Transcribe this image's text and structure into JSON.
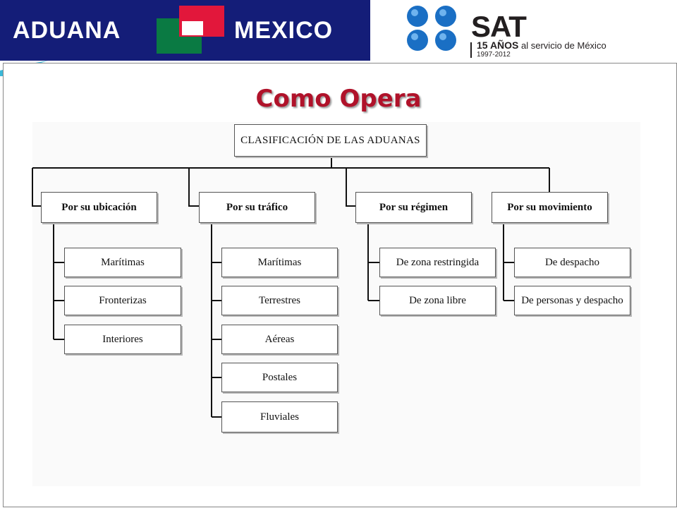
{
  "header": {
    "aduana_left": "ADUANA",
    "aduana_right": "MEXICO",
    "sat_name": "SAT",
    "sat_anniversary": "15 AÑOS",
    "sat_tagline": "al servicio de México",
    "sat_years": "1997-2012"
  },
  "slide": {
    "title": "Como Opera"
  },
  "diagram": {
    "root": "CLASIFICACIÓN DE LAS ADUANAS",
    "categories": [
      {
        "label": "Por su ubicación",
        "children": [
          "Marítimas",
          "Fronterizas",
          "Interiores"
        ]
      },
      {
        "label": "Por su tráfico",
        "children": [
          "Marítimas",
          "Terrestres",
          "Aéreas",
          "Postales",
          "Fluviales"
        ]
      },
      {
        "label": "Por su régimen",
        "children": [
          "De zona restringida",
          "De zona libre"
        ]
      },
      {
        "label": "Por su movimiento",
        "children": [
          "De despacho",
          "De personas y despacho"
        ]
      }
    ]
  },
  "colors": {
    "aduana_blue": "#141d78",
    "title_red": "#b0122a",
    "flag_green": "#0a7a43",
    "flag_red": "#e2173b",
    "sat_blue": "#1a6fc4"
  }
}
